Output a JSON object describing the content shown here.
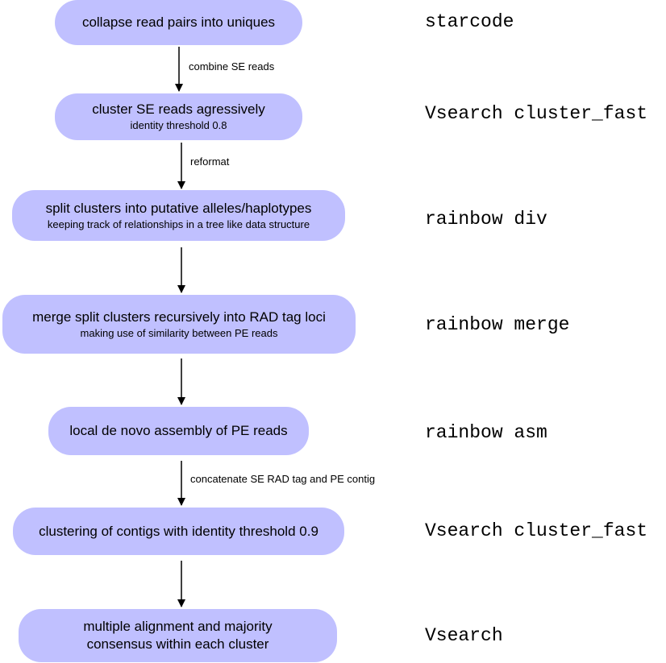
{
  "steps": [
    {
      "title": "collapse read pairs into uniques",
      "subtitle": "",
      "tool": "starcode"
    },
    {
      "title": "cluster SE reads agressively",
      "subtitle": "identity threshold 0.8",
      "tool": "Vsearch cluster_fast"
    },
    {
      "title": "split clusters into putative alleles/haplotypes",
      "subtitle": "keeping track of relationships in a tree like data structure",
      "tool": "rainbow div"
    },
    {
      "title": "merge split clusters recursively into RAD tag loci",
      "subtitle": "making use of similarity between PE reads",
      "tool": "rainbow merge"
    },
    {
      "title": "local de novo assembly of PE reads",
      "subtitle": "",
      "tool": "rainbow asm"
    },
    {
      "title": "clustering of contigs with identity threshold 0.9",
      "subtitle": "",
      "tool": "Vsearch cluster_fast"
    },
    {
      "title": "multiple alignment and majority consensus within each cluster",
      "subtitle": "",
      "tool": "Vsearch"
    }
  ],
  "edges": [
    {
      "label": "combine SE reads"
    },
    {
      "label": "reformat"
    },
    {
      "label": ""
    },
    {
      "label": ""
    },
    {
      "label": "concatenate SE RAD tag and PE contig"
    },
    {
      "label": ""
    }
  ],
  "colors": {
    "node_fill": "#c0c0ff",
    "arrow": "#000000"
  }
}
